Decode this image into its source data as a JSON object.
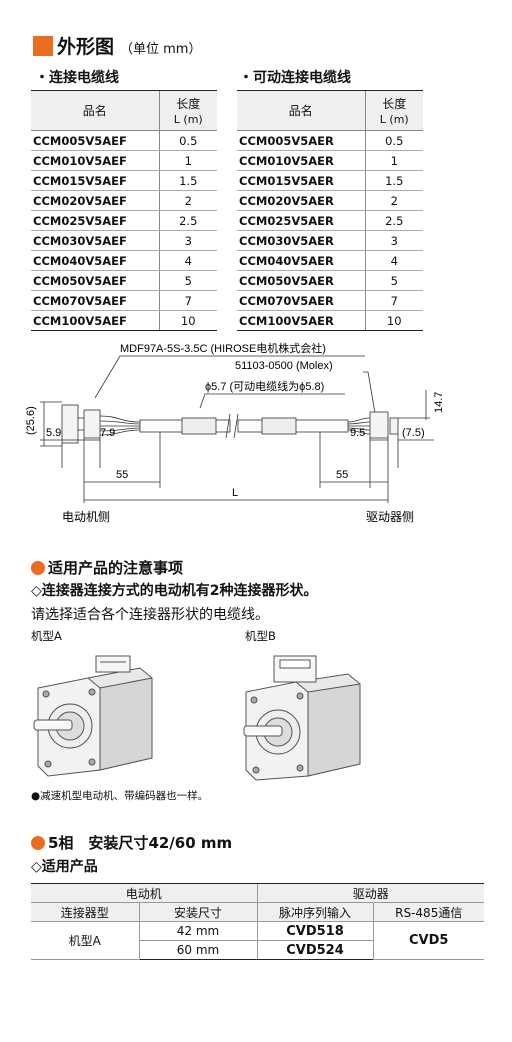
{
  "heading": {
    "title": "外形图",
    "unit": "（单位 mm）"
  },
  "left_table": {
    "subtitle": "・连接电缆线",
    "col_name": "品名",
    "col_len_1": "长度",
    "col_len_2": "L (m)",
    "rows": [
      {
        "name": "CCM005V5AEF",
        "len": "0.5"
      },
      {
        "name": "CCM010V5AEF",
        "len": "1"
      },
      {
        "name": "CCM015V5AEF",
        "len": "1.5"
      },
      {
        "name": "CCM020V5AEF",
        "len": "2"
      },
      {
        "name": "CCM025V5AEF",
        "len": "2.5"
      },
      {
        "name": "CCM030V5AEF",
        "len": "3"
      },
      {
        "name": "CCM040V5AEF",
        "len": "4"
      },
      {
        "name": "CCM050V5AEF",
        "len": "5"
      },
      {
        "name": "CCM070V5AEF",
        "len": "7"
      },
      {
        "name": "CCM100V5AEF",
        "len": "10"
      }
    ]
  },
  "right_table": {
    "subtitle": "・可动连接电缆线",
    "col_name": "品名",
    "col_len_1": "长度",
    "col_len_2": "L (m)",
    "rows": [
      {
        "name": "CCM005V5AER",
        "len": "0.5"
      },
      {
        "name": "CCM010V5AER",
        "len": "1"
      },
      {
        "name": "CCM015V5AER",
        "len": "1.5"
      },
      {
        "name": "CCM020V5AER",
        "len": "2"
      },
      {
        "name": "CCM025V5AER",
        "len": "2.5"
      },
      {
        "name": "CCM030V5AER",
        "len": "3"
      },
      {
        "name": "CCM040V5AER",
        "len": "4"
      },
      {
        "name": "CCM050V5AER",
        "len": "5"
      },
      {
        "name": "CCM070V5AER",
        "len": "7"
      },
      {
        "name": "CCM100V5AER",
        "len": "10"
      }
    ]
  },
  "diagram": {
    "connector_motor": "MDF97A-5S-3.5C (HIROSE电机株式会社)",
    "connector_driver": "51103-0500 (Molex)",
    "diameter": "ϕ5.7 (可动电缆线为ϕ5.8)",
    "dim_left_h": "(25.6)",
    "dim_right_h": "14.7",
    "dim_59": "5.9",
    "dim_79": "7.9",
    "dim_95": "9.5",
    "dim_75": "(7.5)",
    "dim_55a": "55",
    "dim_55b": "55",
    "dim_L": "L",
    "label_motor_side": "电动机侧",
    "label_driver_side": "驱动器侧"
  },
  "notes": {
    "title": "适用产品的注意事项",
    "line1": "◇连接器连接方式的电动机有2种连接器形状。",
    "line2": "请选择适合各个连接器形状的电缆线。",
    "type_a": "机型A",
    "type_b": "机型B",
    "footnote": "●减速机型电动机、带编码器也一样。"
  },
  "spec": {
    "title": "5相　安装尺寸42/60 mm",
    "subtitle": "◇适用产品",
    "h_motor": "电动机",
    "h_driver": "驱动器",
    "h_conn": "连接器型",
    "h_size": "安装尺寸",
    "h_pulse": "脉冲序列输入",
    "h_rs485": "RS-485通信",
    "conn_type": "机型A",
    "size1": "42 mm",
    "size2": "60 mm",
    "pulse1": "CVD518",
    "pulse2": "CVD524",
    "rs485": "CVD5"
  }
}
